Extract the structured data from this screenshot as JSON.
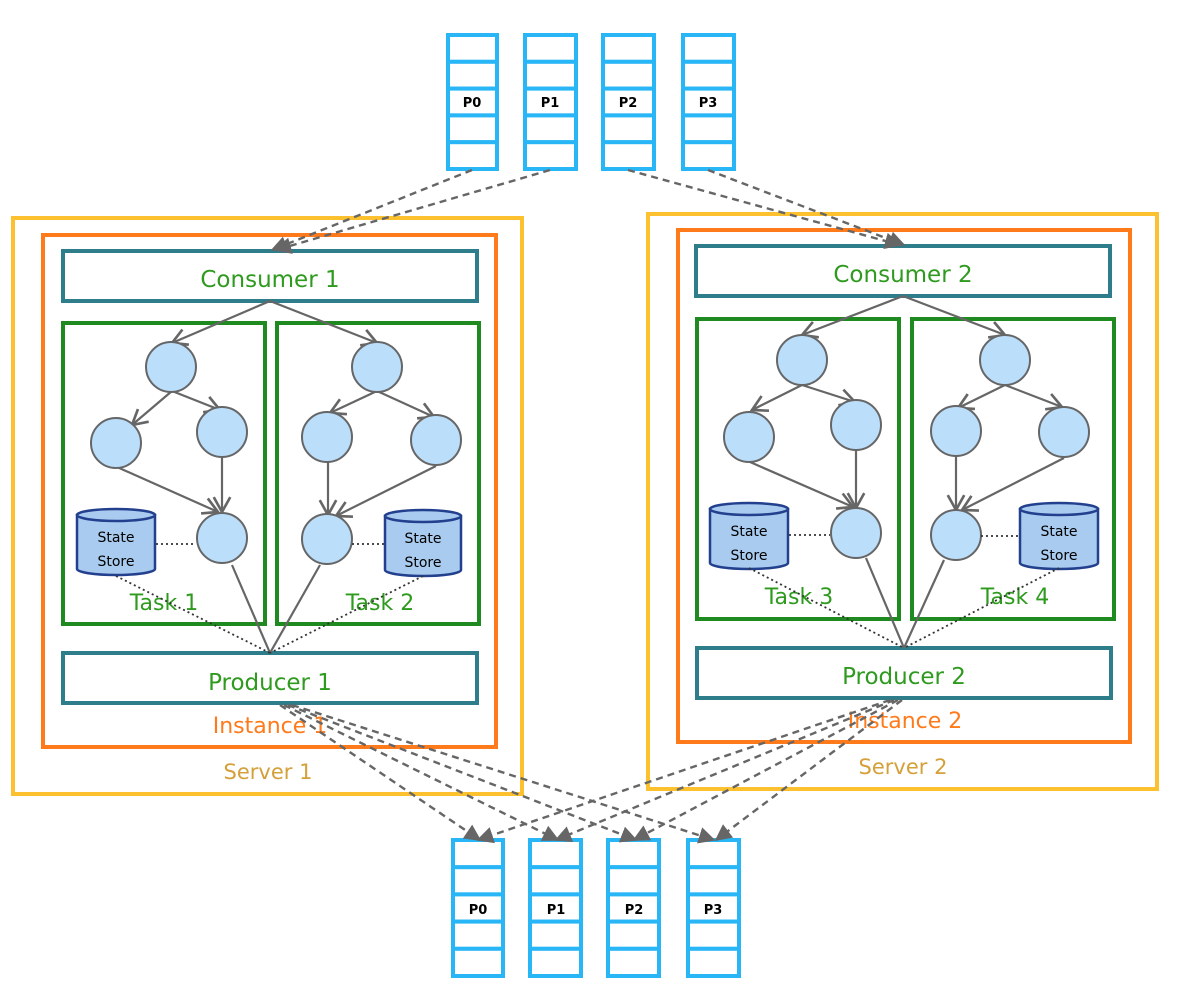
{
  "input_topic": {
    "partitions": [
      "P0",
      "P1",
      "P2",
      "P3"
    ]
  },
  "output_topic": {
    "partitions": [
      "P0",
      "P1",
      "P2",
      "P3"
    ]
  },
  "servers": [
    {
      "label": "Server 1",
      "instance_label": "Instance 1",
      "consumer_label": "Consumer 1",
      "producer_label": "Producer 1",
      "tasks": [
        {
          "label": "Task 1",
          "store": [
            "State",
            "Store"
          ]
        },
        {
          "label": "Task 2",
          "store": [
            "State",
            "Store"
          ]
        }
      ]
    },
    {
      "label": "Server 2",
      "instance_label": "Instance 2",
      "consumer_label": "Consumer 2",
      "producer_label": "Producer 2",
      "tasks": [
        {
          "label": "Task 3",
          "store": [
            "State",
            "Store"
          ]
        },
        {
          "label": "Task 4",
          "store": [
            "State",
            "Store"
          ]
        }
      ]
    }
  ],
  "colors": {
    "partition": "#29B6F6",
    "server": "#FDC02F",
    "instance": "#FF7A1A",
    "client_box": "#2E7D8A",
    "task_box": "#1F8A1F",
    "green_text": "#2E9A1E",
    "instance_text": "#FF7A1A",
    "server_text": "#D4A03A",
    "node_fill": "#BBDEFB",
    "node_stroke": "#666666",
    "store_fill": "#A8CBEF",
    "store_stroke": "#23408E",
    "arrow": "#666666"
  }
}
